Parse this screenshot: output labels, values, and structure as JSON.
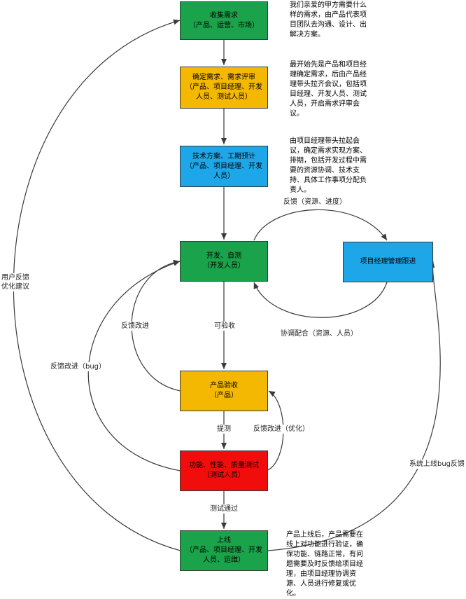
{
  "nodes": {
    "collect": "收集需求\n（产品、运营、市场）",
    "confirm": "确定需求、需求评审\n（产品、项目经理、开发\n人员、测试人员）",
    "tech": "技术方案、工期预计\n（产品、项目经理、开发\n人员）",
    "dev": "开发、自测\n（开发人员）",
    "pm": "项目经理管理跟进",
    "accept": "产品验收\n（产品）",
    "test": "功能、性能、质量测试\n（测试人员）",
    "launch": "上线\n（产品、项目经理、开发\n人员、运维）"
  },
  "notes": {
    "collect": "我们亲爱的甲方需要什么\n样的需求，由产品代表项\n目团队去沟通、设计、出\n解决方案。",
    "confirm": "最开始先是产品和项目经\n理确定需求，后由产品经\n理带头拉齐会议，包括项\n目经理、开发人员、测试\n人员，开启需求评审会\n议。",
    "tech": "由项目经理带头拉起会\n议，确定需求实现方案、\n排期，包括开发过程中需\n要的资源协调、技术支\n持、具体工作事项分配负\n责人。",
    "launch": "产品上线后，产品需要在\n线上对功能进行验证，确\n保功能、链路正常，有问\n题需要及时反馈给项目经\n理，由项目经理协调资\n源、人员进行修复或优\n化。"
  },
  "labels": {
    "feedback_resources": "反馈（资源、进度）",
    "coordinate": "协调配合（资源、人员）",
    "verifiable": "可验收",
    "feedback_improve": "反馈改进",
    "feedback_bug": "反馈改进（bug）",
    "submit_test": "提测",
    "feedback_optimize": "反馈改进（优化）",
    "test_passed": "测试通过",
    "user_feedback": "用户反馈\n优化建议",
    "online_bug": "系统上线bug反馈"
  },
  "colors": {
    "green": "#1aa34a",
    "amber": "#f5b800",
    "blue": "#1ea7e8",
    "red": "#f20d0d",
    "line": "#3a3a3a"
  }
}
